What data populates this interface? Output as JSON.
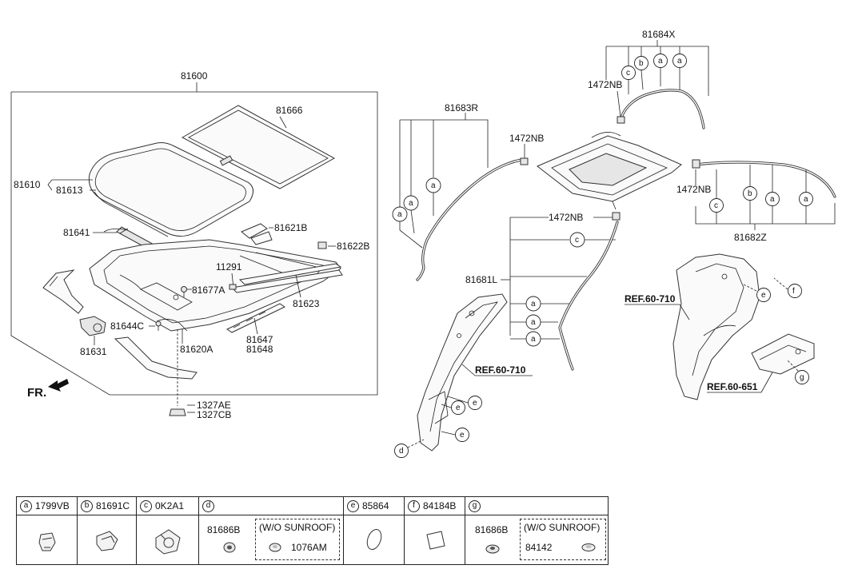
{
  "labels": {
    "p81600": "81600",
    "p81666": "81666",
    "p81610": "81610",
    "p81613": "81613",
    "p81641": "81641",
    "p81621B": "81621B",
    "p81622B": "81622B",
    "p11291": "11291",
    "p81677A": "81677A",
    "p81623": "81623",
    "p81644C": "81644C",
    "p81631": "81631",
    "p81620A": "81620A",
    "p81647": "81647",
    "p81648": "81648",
    "p1327AE": "1327AE",
    "p1327CB": "1327CB",
    "fr": "FR.",
    "p81683R": "81683R",
    "p1472NB_a": "1472NB",
    "p81684X": "81684X",
    "p1472NB_b": "1472NB",
    "p1472NB_c": "1472NB",
    "p1472NB_d": "1472NB",
    "p81682Z": "81682Z",
    "p81681L": "81681L",
    "ref710_left": "REF.60-710",
    "ref710_right": "REF.60-710",
    "ref651": "REF.60-651"
  },
  "callouts": {
    "a": "a",
    "b": "b",
    "c": "c",
    "d": "d",
    "e": "e",
    "f": "f",
    "g": "g"
  },
  "legend": {
    "a": {
      "letter": "a",
      "part": "1799VB"
    },
    "b": {
      "letter": "b",
      "part": "81691C"
    },
    "c": {
      "letter": "c",
      "part": "0K2A1"
    },
    "d": {
      "letter": "d",
      "part": "",
      "sub_part": "81686B",
      "wo_title": "(W/O SUNROOF)",
      "wo_part": "1076AM"
    },
    "e": {
      "letter": "e",
      "part": "85864"
    },
    "f": {
      "letter": "f",
      "part": "84184B"
    },
    "g": {
      "letter": "g",
      "part": "",
      "sub_part": "81686B",
      "wo_title": "(W/O SUNROOF)",
      "wo_part": "84142"
    }
  },
  "icons": [
    "clip-1799vb-icon",
    "clip-81691c-icon",
    "clip-0k2a1-icon",
    "grommet-icon",
    "plug-icon",
    "oval-pad-icon",
    "square-pad-icon"
  ]
}
